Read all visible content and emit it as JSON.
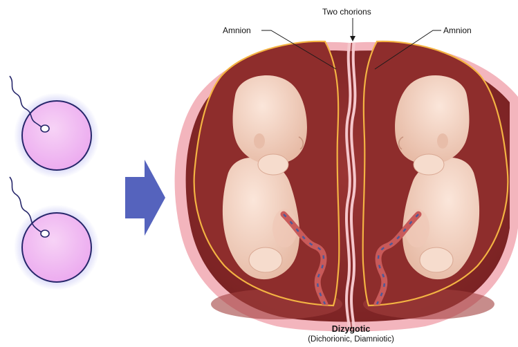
{
  "labels": {
    "two_chorions": "Two chorions",
    "amnion_left": "Amnion",
    "amnion_right": "Amnion"
  },
  "caption": {
    "title": "Dizygotic",
    "subtitle": "(Dichorionic, Diamniotic)"
  },
  "colors": {
    "egg_fill": "#f0b6f2",
    "egg_glow": "#b8b8f2",
    "arrow": "#5563bd",
    "uterus_wall": "#f3b5bd",
    "cavity": "#8a2b2b",
    "amnion_line": "#f4b443",
    "chorion_line": "#f5c7cc",
    "fetus_skin": "#f2d3c2",
    "umbilical_cord": "#c85a5a"
  }
}
